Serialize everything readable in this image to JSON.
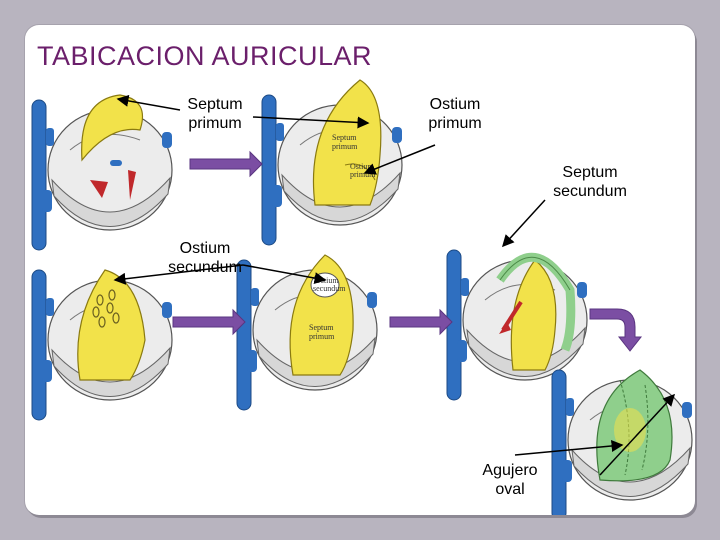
{
  "title": "TABICACION AURICULAR",
  "labels": {
    "septum_primum": [
      "Septum",
      "primum"
    ],
    "ostium_primum": [
      "Ostium",
      "primum"
    ],
    "septum_secundum": [
      "Septum",
      "secundum"
    ],
    "ostium_secundum": [
      "Ostium",
      "secundum"
    ],
    "agujero_oval": [
      "Agujero",
      "oval"
    ]
  },
  "inset_text": {
    "heart2_septum": [
      "Septum",
      "primum"
    ],
    "heart2_ostium": [
      "Ostium",
      "primum"
    ],
    "heart4_ostium": [
      "Ostium",
      "secundum"
    ],
    "heart4_septum": [
      "Septum",
      "primum"
    ]
  },
  "colors": {
    "title": "#6b1f6b",
    "arrow": "#7b4ea3",
    "septum_primum": "#f2e24a",
    "septum_secundum": "#8fcf8c",
    "vessel": "#2f6fc0",
    "pointer": "#000000",
    "blood_flow": "#c0282b"
  },
  "icons": [
    "heart-diagram-icon",
    "right-arrow-icon",
    "curved-down-arrow-icon"
  ]
}
